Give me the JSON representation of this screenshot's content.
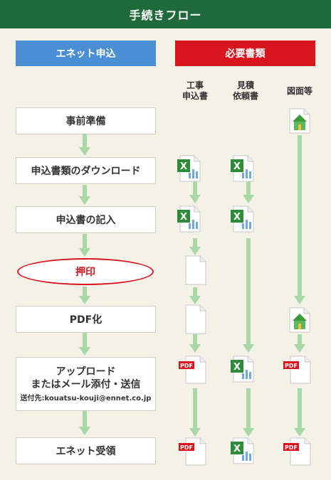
{
  "title": "手続きフロー",
  "left_header": "エネット申込",
  "right_header": "必要書類",
  "columns": {
    "c1": [
      "工事",
      "申込書"
    ],
    "c2": [
      "見積",
      "依頼書"
    ],
    "c3": "図面等"
  },
  "steps": {
    "prep": "事前準備",
    "download": "申込書類のダウンロード",
    "fill": "申込書の記入",
    "stamp": "押印",
    "pdf": "PDF化",
    "upload_l1": "アップロード",
    "upload_l2": "またはメール添付・送信",
    "upload_l3": "送付先:kouatsu-kouji@ennet.co.jp",
    "receive": "エネット受領"
  },
  "icons": {
    "excel_letter": "X",
    "pdf_label": "PDF"
  },
  "colors": {
    "title_bg": "#1f6a3a",
    "blue": "#4a8fd4",
    "red": "#d8141c",
    "arrow": "#a9d8a6",
    "background": "#f4f1e7"
  }
}
